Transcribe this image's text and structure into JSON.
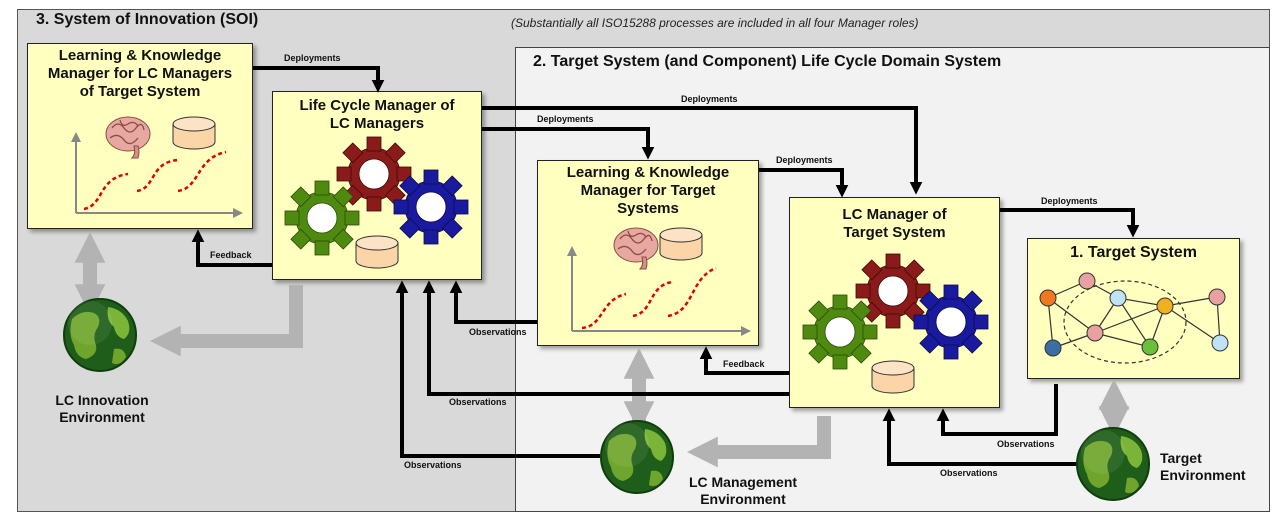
{
  "note": "(Substantially all ISO15288 processes are included in all four Manager roles)",
  "regions": {
    "soi_title": "3.  System of Innovation (SOI)",
    "domain_title": "2.  Target System (and Component)  Life Cycle Domain System"
  },
  "boxes": {
    "lk_lc_managers": "Learning & Knowledge\nManager for LC Managers\nof Target System",
    "lcm_of_lcm": "Life Cycle Manager of\nLC Managers",
    "lk_target": "Learning & Knowledge\nManager for Target\nSystems",
    "lcm_target": "LC Manager of\nTarget System",
    "target_system": "1. Target System"
  },
  "environments": {
    "innovation": "LC Innovation\nEnvironment",
    "management": "LC Management\nEnvironment",
    "target": "Target\nEnvironment"
  },
  "flow_labels": {
    "deployments": "Deployments",
    "feedback": "Feedback",
    "observations": "Observations"
  },
  "colors": {
    "box_fill": "#ffffc0",
    "soi_region": "#d9d9d9",
    "domain_region": "#f2f2f2",
    "gear_red": "#8b1a1a",
    "gear_green": "#4f8a10",
    "gear_blue": "#1a1a9e",
    "cylinder": "#fbd4a8",
    "curve_red": "#e00000",
    "gray_arrow": "#b3b3b3"
  },
  "icons": [
    "brain-icon",
    "database-icon",
    "gear-icon",
    "globe-icon",
    "network-graph-icon"
  ]
}
